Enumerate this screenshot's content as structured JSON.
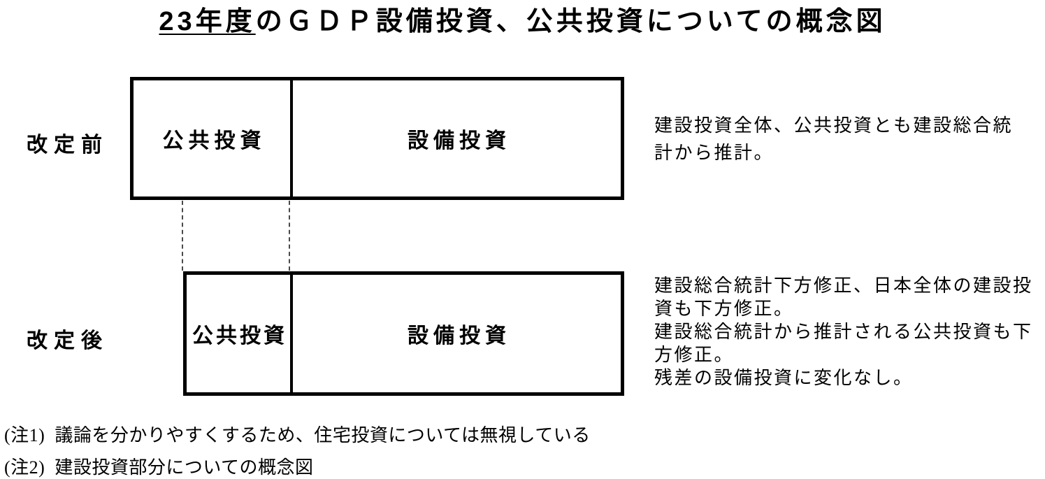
{
  "page": {
    "background_color": "#ffffff",
    "text_color": "#000000",
    "border_color": "#000000",
    "dash_color": "#4a4a4a"
  },
  "title": {
    "underlined_part": "23年度",
    "rest": "のＧＤＰ設備投資、公共投資についての概念図"
  },
  "diagram": {
    "before": {
      "row_label": "改定前",
      "left_cell": "公共投資",
      "right_cell": "設備投資",
      "side_note_lines": [
        "建設投資全体、公共投資とも建設総合統",
        "計から推計。"
      ]
    },
    "after": {
      "row_label": "改定後",
      "left_cell": "公共投資",
      "right_cell": "設備投資",
      "side_note_lines": [
        "建設総合統計下方修正、日本全体の建設投",
        "資も下方修正。",
        "建設総合統計から推計される公共投資も下",
        "方修正。",
        "残差の設備投資に変化なし。"
      ]
    }
  },
  "footnotes": [
    {
      "marker": "(注1)",
      "text": "議論を分かりやすくするため、住宅投資については無視している"
    },
    {
      "marker": "(注2)",
      "text": "建設投資部分についての概念図"
    }
  ]
}
